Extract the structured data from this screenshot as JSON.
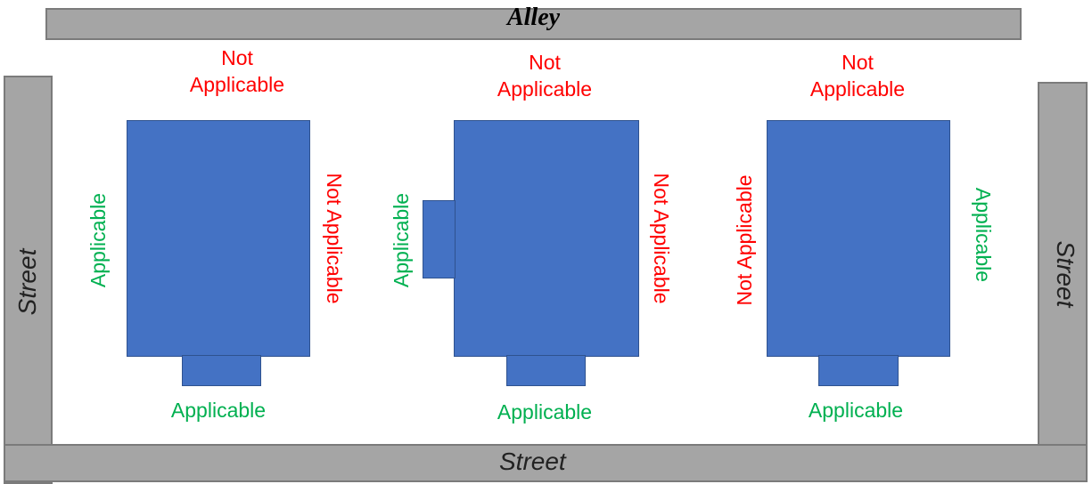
{
  "labels": {
    "alley": "Alley",
    "street": "Street",
    "not_applicable": "Not Applicable",
    "not_applicable_line1": "Not",
    "not_applicable_line2": "Applicable",
    "applicable": "Applicable"
  },
  "colors": {
    "building": "#4472c4",
    "road": "#a5a5a5",
    "not_applicable": "#ff0000",
    "applicable": "#00b050"
  }
}
